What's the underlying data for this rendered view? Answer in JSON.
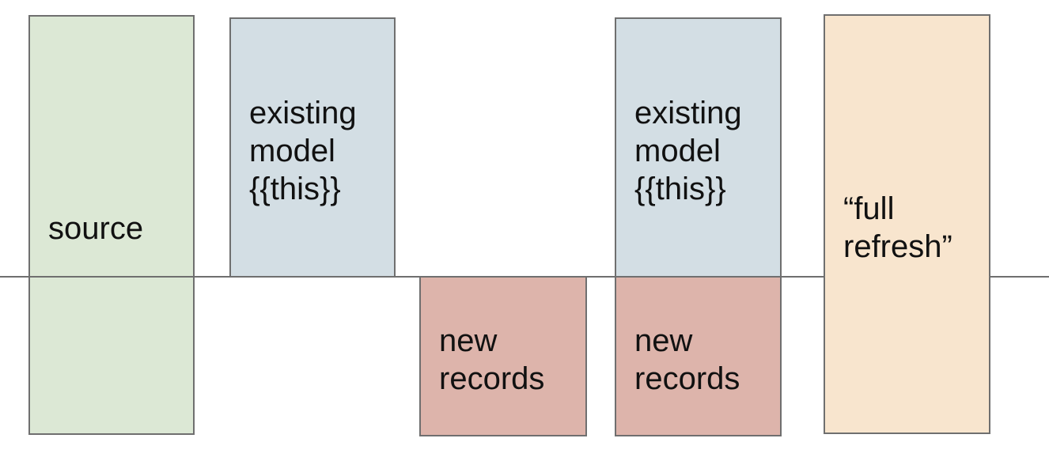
{
  "diagram": {
    "title": "incremental model materialization diagram",
    "text_color": "#111111",
    "border_color": "#6f6f6f",
    "background": "#ffffff",
    "divider_line": {
      "color": "#6f6f6f"
    },
    "boxes": {
      "source": {
        "label": "source",
        "fill": "#dce8d5"
      },
      "existing_model_left": {
        "label": "existing\nmodel\n{{this}}",
        "fill": "#d3dee4"
      },
      "new_records_left": {
        "label": "new\nrecords",
        "fill": "#ddb4ab"
      },
      "existing_model_right": {
        "label": "existing\nmodel\n{{this}}",
        "fill": "#d3dee4"
      },
      "new_records_right": {
        "label": "new\nrecords",
        "fill": "#ddb4ab"
      },
      "full_refresh": {
        "label": "“full\nrefresh”",
        "fill": "#f8e5ce"
      }
    }
  }
}
